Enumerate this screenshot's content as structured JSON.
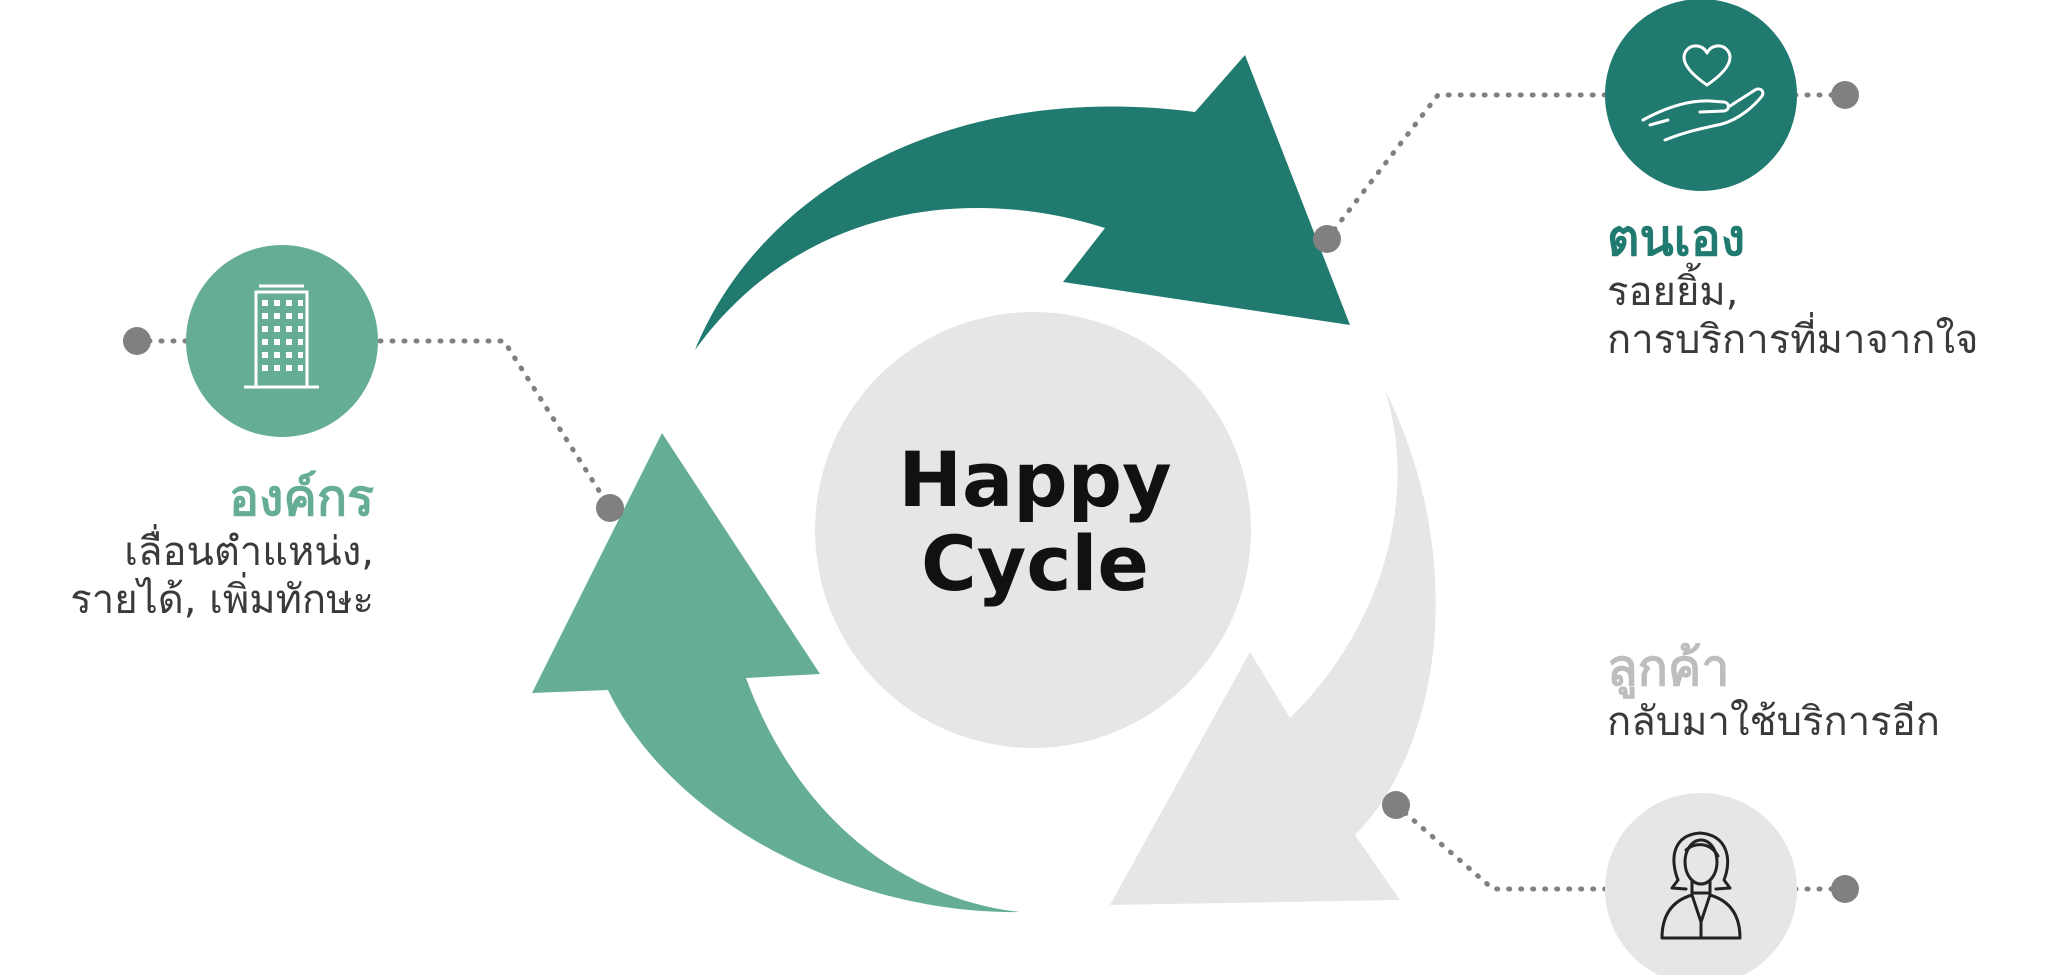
{
  "colors": {
    "dark_green": "#217A70",
    "light_green": "#65AE95",
    "light_gray": "#E6E6E6",
    "mid_gray": "#BDBDBD",
    "dot_gray": "#808080"
  },
  "center": {
    "line1": "Happy",
    "line2": "Cycle"
  },
  "nodes": {
    "organization": {
      "icon": "office-building-icon",
      "title": "องค์กร",
      "line1": "เลื่อนตำแหน่ง,",
      "line2": "รายได้, เพิ่มทักษะ"
    },
    "self": {
      "icon": "heart-in-hand-icon",
      "title": "ตนเอง",
      "line1": "รอยยิ้ม,",
      "line2": "การบริการที่มาจากใจ"
    },
    "customer": {
      "icon": "woman-avatar-icon",
      "title": "ลูกค้า",
      "line1": "กลับมาใช้บริการอีก"
    }
  }
}
